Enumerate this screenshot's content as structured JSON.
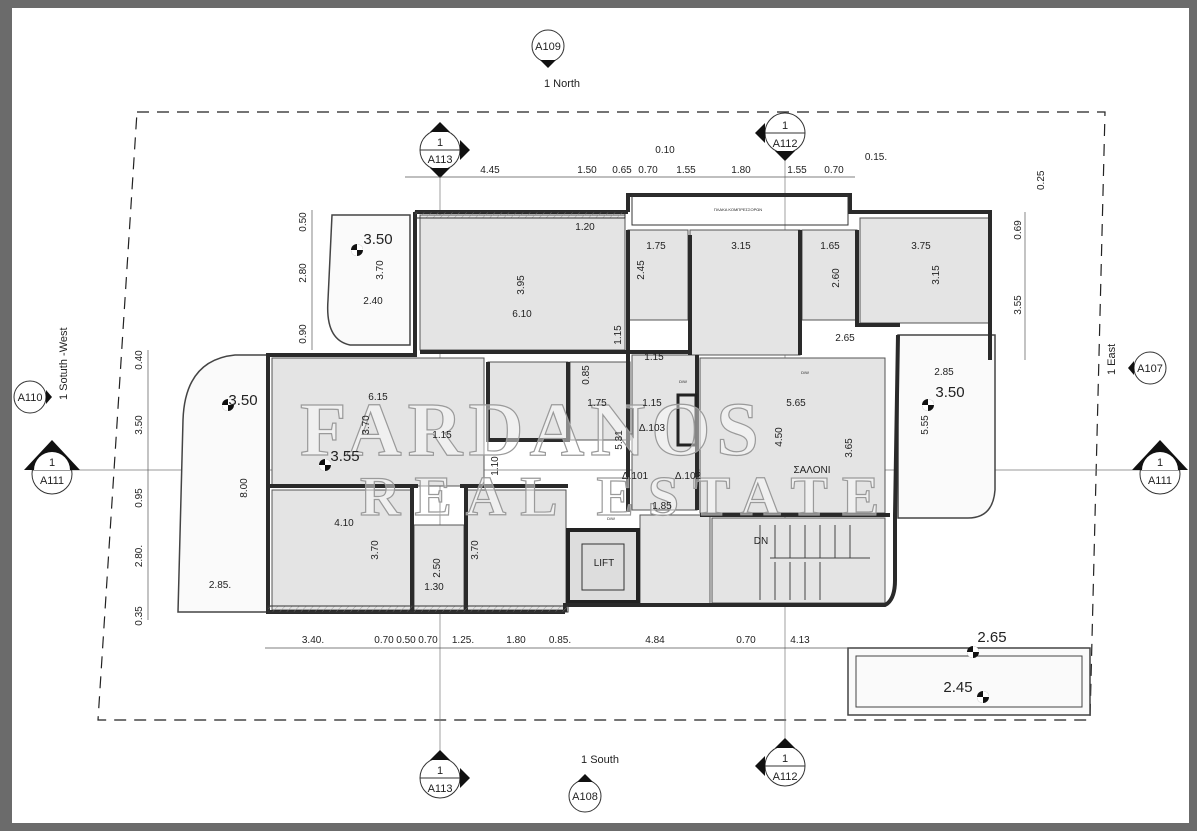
{
  "title": "Floor plan",
  "watermark": {
    "line1": "FARDANOS",
    "line2": "REAL ESTATE"
  },
  "markers": {
    "north": {
      "ref": "A109",
      "label": "1 North"
    },
    "south": {
      "ref": "A108",
      "label": "1 South"
    },
    "east": {
      "ref": "A107",
      "label": "1 East"
    },
    "southwest": {
      "ref": "A110",
      "label": "1 Sotuth -West"
    },
    "section_a113_top": {
      "num": "1",
      "ref": "A113"
    },
    "section_a112_top": {
      "num": "1",
      "ref": "A112"
    },
    "section_a113_bottom": {
      "num": "1",
      "ref": "A113"
    },
    "section_a112_bottom": {
      "num": "1",
      "ref": "A112"
    },
    "section_a111_left": {
      "num": "1",
      "ref": "A111"
    },
    "section_a111_right": {
      "num": "1",
      "ref": "A111"
    }
  },
  "dims": {
    "top": [
      "4.45",
      "1.50",
      "0.65",
      "0.70",
      "1.55",
      "1.80",
      "1.55",
      "0.70",
      "0.10",
      "0.15.",
      "0.25"
    ],
    "left": [
      "0.50",
      "2.80",
      "0.90",
      "0.40",
      "3.50",
      "0.95",
      "2.80.",
      "0.35"
    ],
    "right": [
      "0.69",
      "3.55"
    ],
    "bottom": [
      "3.40.",
      "0.70",
      "0.50",
      "0.70",
      "1.25.",
      "1.80",
      "0.85.",
      "4.84",
      "0.70",
      "4.13"
    ]
  },
  "rooms": {
    "balcony_nw_level": "3.50",
    "balcony_nw_depth": "3.70",
    "balcony_nw_width": "2.40",
    "kitchen_1": "1.20",
    "kitchen_depth": "3.95",
    "kitchen_width": "6.10",
    "bath1_w": "1.75",
    "bath1_d": "2.45",
    "bed_n_w": "3.15",
    "bath2_w": "1.65",
    "bath2_d": "2.60",
    "bed_ne_w": "3.75",
    "bed_ne_d": "3.15",
    "hall_ne": "2.65",
    "corr_v": "1.15",
    "corr_h": "1.15",
    "balcony_w_level": "3.50",
    "living_w_w": "6.15",
    "living_w_d": "3.70",
    "living_w_2": "1.15",
    "living_w_level": "3.55",
    "wc_d": "0.85",
    "wc_w": "1.75",
    "corr2": "1.15",
    "shaft": "5.31",
    "door103": "Δ.103",
    "door101": "Δ.101",
    "door102": "Δ.102",
    "corr3": "1.10",
    "salon_w": "5.65",
    "salon_d": "4.50",
    "salon_d2": "3.65",
    "salon_name": "ΣΑΛΟΝΙ",
    "balcony_e_w": "2.85",
    "balcony_e_level": "3.50",
    "balcony_e_d": "5.55",
    "balcony_w_d": "8.00",
    "lobby": "1.85",
    "bed_sw_w": "4.10",
    "bed_sw_d": "3.70",
    "bed_s_d": "3.70",
    "bath3_d": "2.50",
    "bath3_w": "1.30",
    "balcony_w_w": "2.85.",
    "lift": "LIFT",
    "stairs": "DN",
    "ext_level_1": "2.65",
    "ext_level_2": "2.45",
    "dw1": "D/W",
    "dw2": "D/W",
    "dw3": "D/W",
    "compressors": "ΠΛΑΚΑ ΚΟΜΠΡΕΣΣΟΡΩΝ"
  }
}
